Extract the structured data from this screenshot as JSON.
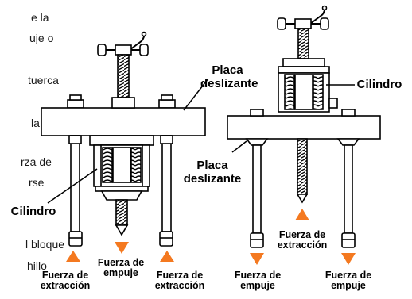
{
  "body_text_fragments": [
    "e la",
    "uje o",
    "tuerca",
    "la",
    "rza de",
    "rse",
    "l bloque",
    "hillo"
  ],
  "left_diagram": {
    "plate_label_line1": "Placa",
    "plate_label_line2": "deslizante",
    "cylinder_label": "Cilindro",
    "push_force_line1": "Fuerza de",
    "push_force_line2": "empuje",
    "pull_force_left_line1": "Fuerza de",
    "pull_force_left_line2": "extracción",
    "pull_force_right_line1": "Fuerza de",
    "pull_force_right_line2": "extracción"
  },
  "right_diagram": {
    "cylinder_label": "Cilindro",
    "plate_label_line1": "Placa",
    "plate_label_line2": "deslizante",
    "pull_force_line1": "Fuerza de",
    "pull_force_line2": "extracción",
    "push_force_left_line1": "Fuerza de",
    "push_force_left_line2": "empuje",
    "push_force_right_line1": "Fuerza de",
    "push_force_right_line2": "empuje"
  },
  "colors": {
    "arrow": "#f47920",
    "outline": "#000000",
    "fill": "#ffffff",
    "shade": "#d9d9d9"
  }
}
